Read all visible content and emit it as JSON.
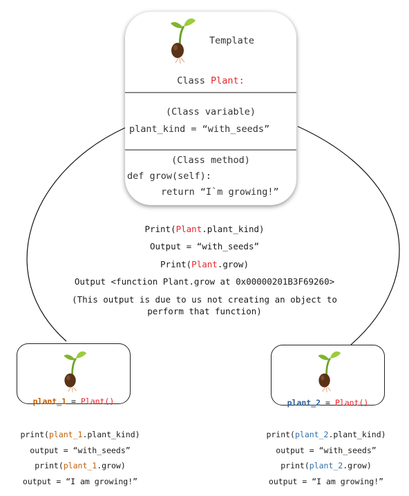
{
  "template": {
    "title": "Template",
    "class_prefix": "Class ",
    "class_name": "Plant:",
    "class_variable_label": "(Class variable)",
    "class_variable_code": "plant_kind = “with_seeds”",
    "class_method_label": "(Class method)",
    "method_def": "def grow(self):",
    "method_return": "return “I`m growing!”"
  },
  "middle": {
    "line1_pre": "Print(",
    "line1_cls": "Plant",
    "line1_post": ".plant_kind)",
    "line2": "Output = “with_seeds”",
    "line3_pre": "Print(",
    "line3_cls": "Plant",
    "line3_post": ".grow)",
    "line4": "Output <function Plant.grow at 0x00000201B3F69260>",
    "line5": "(This output is due to us not creating an object to",
    "line6": "perform that function)"
  },
  "instance1": {
    "var": "plant_1",
    "assign": " = ",
    "ctor": "Plant()",
    "print1_pre": "print(",
    "print1_post": ".plant_kind)",
    "output1": "output = “with_seeds”",
    "print2_pre": "print(",
    "print2_post": ".grow)",
    "output2": "output = “I am growing!”"
  },
  "instance2": {
    "var": "plant_2",
    "assign": " = ",
    "ctor": "Plant()",
    "print1_pre": "print(",
    "print1_post": ".plant_kind)",
    "output1": "output = “with_seeds”",
    "print2_pre": "print(",
    "print2_post": ".grow)",
    "output2": "output = “I am growing!”"
  },
  "colors": {
    "class_name": "#e8262b",
    "instance1_var": "#c0600c",
    "instance2_var": "#2f5f95",
    "divider": "#8c8c8c"
  },
  "icons": [
    "sprout-seed-icon"
  ]
}
